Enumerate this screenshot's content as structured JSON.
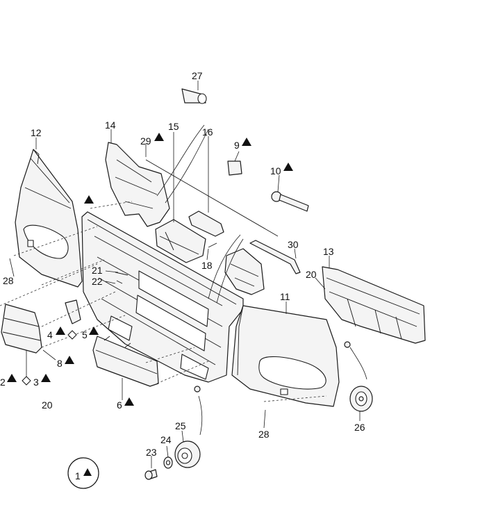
{
  "callouts": {
    "c1": "1",
    "c2": "2",
    "c3": "3",
    "c4": "4",
    "c5": "5",
    "c6": "6",
    "c8": "8",
    "c9": "9",
    "c10": "10",
    "c11": "11",
    "c12": "12",
    "c13": "13",
    "c14": "14",
    "c15": "15",
    "c16": "16",
    "c18": "18",
    "c20a": "20",
    "c20b": "20",
    "c21": "21",
    "c22": "22",
    "c23": "23",
    "c24": "24",
    "c25": "25",
    "c26": "26",
    "c27": "27",
    "c28a": "28",
    "c28b": "28",
    "c29": "29",
    "c30": "30"
  },
  "colors": {
    "line": "#1a1a1a",
    "fill": "#f4f4f4",
    "background": "#ffffff"
  }
}
